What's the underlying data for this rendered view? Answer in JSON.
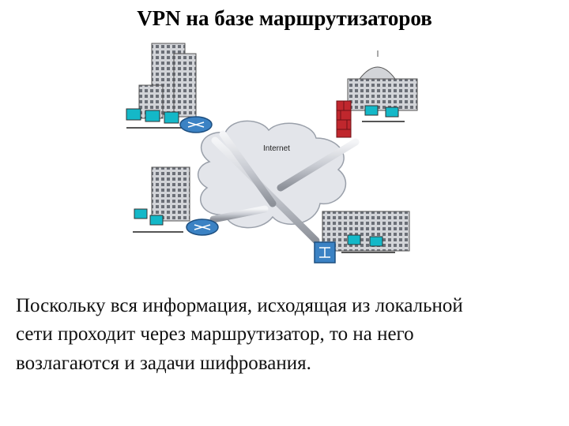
{
  "slide": {
    "title": "VPN на базе маршрутизаторов",
    "body_lines": [
      "Поскольку вся информация, исходящая из локальной",
      "сети проходит через маршрутизатор, то на него",
      "возлагаются и задачи шифрования."
    ]
  },
  "diagram": {
    "cloud_label": "Internet",
    "colors": {
      "cloud": "#e3e5ea",
      "tunnel": "#c9ccd3",
      "router": "#3b82c4",
      "firewall": "#c0272d",
      "building": "#d2d4d8",
      "monitor": "#14b8c8"
    }
  }
}
